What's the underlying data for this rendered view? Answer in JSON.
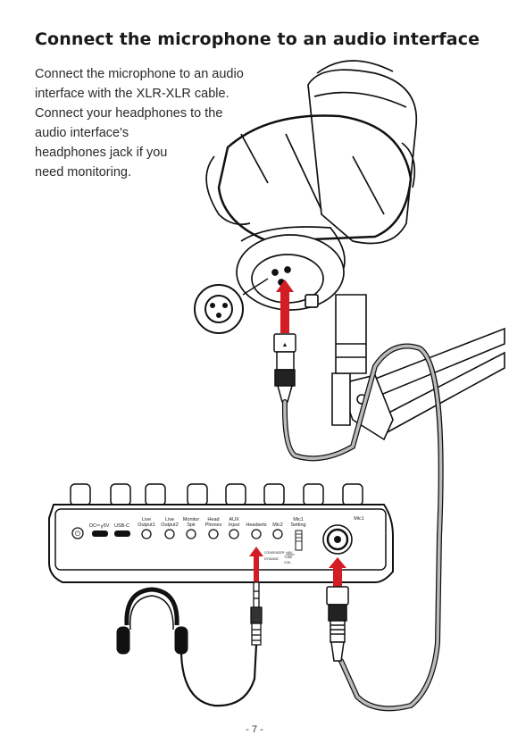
{
  "title": "Connect the microphone to an audio interface",
  "instructions": [
    "Connect the microphone to an audio",
    "interface with the XLR-XLR cable.",
    "Connect your headphones to the",
    "audio interface's",
    "headphones jack if you",
    "need monitoring."
  ],
  "interface": {
    "dc_label": "DC═╓5V",
    "usb_label": "USB-C",
    "jacks": [
      {
        "line1": "Live",
        "line2": "Output1"
      },
      {
        "line1": "Live",
        "line2": "Output2"
      },
      {
        "line1": "Monitor",
        "line2": "Spk"
      },
      {
        "line1": "Head",
        "line2": "Phones"
      },
      {
        "line1": "AUX",
        "line2": "Input"
      },
      {
        "line1": "",
        "line2": "Headsets"
      },
      {
        "line1": "",
        "line2": "Mic2"
      }
    ],
    "mic1_setting": {
      "line1": "Mic1",
      "line2": "Setting"
    },
    "mic1_label": "Mic1",
    "switch_top": "CONDENSER  +48V",
    "switch_mid": "DYNAMIC",
    "switch_low": "TUBE",
    "switch_bottom": "COIL"
  },
  "page_number": "- 7 -"
}
